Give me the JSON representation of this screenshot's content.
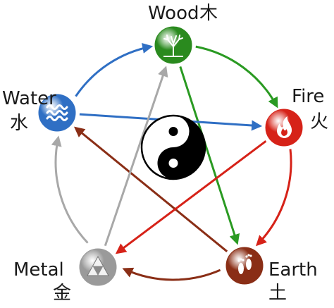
{
  "elements": [
    {
      "key": "wood",
      "name": "Wood",
      "glyph": "木",
      "color": "#2a8a1e",
      "icon": "tree-icon"
    },
    {
      "key": "fire",
      "name": "Fire",
      "glyph": "火",
      "color": "#d62218",
      "icon": "flame-icon"
    },
    {
      "key": "earth",
      "name": "Earth",
      "glyph": "土",
      "color": "#8a2e16",
      "icon": "footprints-icon"
    },
    {
      "key": "metal",
      "name": "Metal",
      "glyph": "金",
      "color": "#9a9a9a",
      "icon": "triforce-icon"
    },
    {
      "key": "water",
      "name": "Water",
      "glyph": "水",
      "color": "#2f6fc4",
      "icon": "waves-icon"
    }
  ],
  "generating_cycle": [
    {
      "from": "wood",
      "to": "fire",
      "color": "#2a9a22"
    },
    {
      "from": "fire",
      "to": "earth",
      "color": "#d62218"
    },
    {
      "from": "earth",
      "to": "metal",
      "color": "#8a2e16"
    },
    {
      "from": "metal",
      "to": "water",
      "color": "#a8a8a8"
    },
    {
      "from": "water",
      "to": "wood",
      "color": "#2f6fc4"
    }
  ],
  "controlling_cycle": [
    {
      "from": "wood",
      "to": "earth",
      "color": "#2a9a22"
    },
    {
      "from": "earth",
      "to": "water",
      "color": "#8a2e16"
    },
    {
      "from": "water",
      "to": "fire",
      "color": "#2f6fc4"
    },
    {
      "from": "fire",
      "to": "metal",
      "color": "#d62218"
    },
    {
      "from": "metal",
      "to": "wood",
      "color": "#a8a8a8"
    }
  ],
  "center_icon": "yin-yang-icon"
}
